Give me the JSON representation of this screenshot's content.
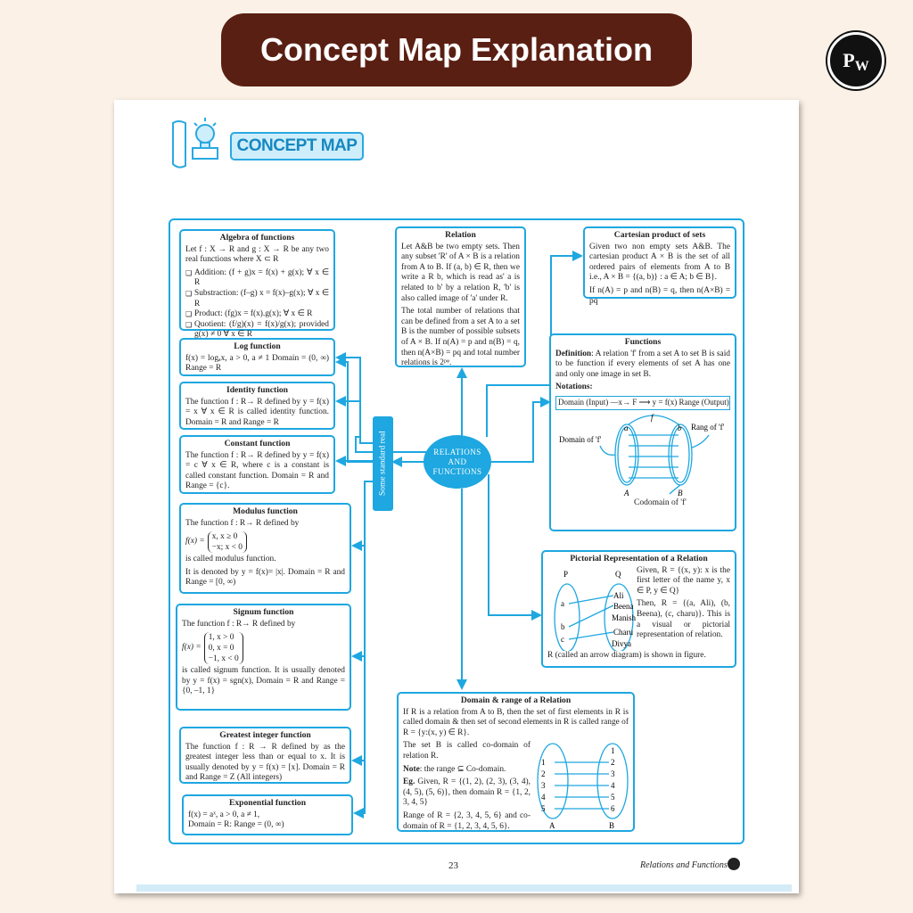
{
  "banner": {
    "title": "Concept Map Explanation",
    "logo_text": "PW"
  },
  "badge": {
    "label": "CONCEPT MAP"
  },
  "hub": {
    "line1": "RELATIONS",
    "line2": "AND",
    "line3": "FUNCTIONS"
  },
  "side_label": "Some standard real",
  "algebra": {
    "title": "Algebra of functions",
    "intro": "Let f : X → R and g : X → R be any two real functions where X ⊂ R",
    "items": [
      "Addition: (f + g)x = f(x) + g(x); ∀ x ∈ R",
      "Substraction: (f–g) x = f(x)–g(x); ∀ x ∈ R",
      "Product: (fg)x = f(x).g(x); ∀ x ∈ R",
      "Quotient: (f/g)(x) = f(x)/g(x); provided g(x) ≠ 0 ∀ x ∈ R"
    ]
  },
  "log": {
    "title": "Log function",
    "text": "f(x) = logₐx, a > 0, a ≠ 1 Domain = (0, ∞) Range = R"
  },
  "identity": {
    "title": "Identity function",
    "text": "The function f : R→ R defined by y = f(x) = x ∀ x ∈ R is called identity function. Domain = R and Range = R"
  },
  "constant": {
    "title": "Constant function",
    "text": "The function f : R→ R defined by y = f(x) = c ∀ x ∈ R, where c is a constant is called constant function. Domain = R and Range = {c}."
  },
  "modulus": {
    "title": "Modulus function",
    "intro": "The function f : R→ R defined by",
    "lhs": "f(x) =",
    "cases": [
      "x, x ≥ 0",
      "−x; x < 0"
    ],
    "p1": "is called modulus function.",
    "p2": "It is denoted by y = f(x)= |x|. Domain = R and Range = [0, ∞)"
  },
  "signum": {
    "title": "Signum function",
    "intro": "The function f : R→ R defined by",
    "lhs": "f(x) =",
    "cases": [
      "1, x > 0",
      "0, x = 0",
      "−1, x < 0"
    ],
    "p1": "is called signum function. It is usually denoted by y = f(x) = sgn(x), Domain = R and Range = {0, –1, 1}"
  },
  "greatest": {
    "title": "Greatest integer function",
    "text": "The function f : R → R defined by as the greatest integer less than or equal to x. It is usually denoted by y = f(x) = [x]. Domain = R and Range = Z (All integers)"
  },
  "exponential": {
    "title": "Exponential function",
    "p1": "f(x) = aˣ, a > 0, a ≠ 1,",
    "p2": "Domain = R: Range = (0, ∞)"
  },
  "relation": {
    "title": "Relation",
    "p1": "Let A&B be two empty sets. Then any subset 'R' of A × B is a relation from A to B. If (a, b) ∈ R, then we write a R b, which is read as' a is related to b' by a relation R, 'b' is also called image of 'a' under R.",
    "p2": "The total number of relations that can be defined from a set A to a set B is the number of possible subsets of A × B. If n(A) = p and n(B) = q, then n(A×B) = pq and total number relations is 2ᵖᵠ."
  },
  "cartesian": {
    "title": "Cartesian product of sets",
    "p1": "Given two non empty sets A&B. The cartesian product A × B is the set of all ordered pairs of elements from A to B i.e., A × B = {(a, b)} : a ∈ A; b ∈ B}.",
    "p2": "If n(A) = p and n(B) = q, then n(A×B) = pq"
  },
  "functions": {
    "title": "Functions",
    "def_label": "Definition",
    "def": ": A relation 'f' from a set A to set B is said to be function if every elements of set A has one and only one image in set B.",
    "notations": "Notations:",
    "notation_box": "Domain (Input) —x→ F ⟶ y = f(x) Range (Output)",
    "diagram": {
      "f": "f",
      "a": "a",
      "b": "b",
      "A": "A",
      "B": "B",
      "domain": "Domain of 'f'",
      "range": "Rang of 'f'",
      "codomain": "Codomain of 'f'"
    }
  },
  "pictorial": {
    "title": "Pictorial Representation of a Relation",
    "P": "P",
    "Q": "Q",
    "p_items": [
      "a",
      "b",
      "c"
    ],
    "q_items": [
      "Ali",
      "Beena",
      "Manish",
      "Charu",
      "Divya"
    ],
    "p1": "Given, R = {(x, y): x is the first letter of the name y, x ∈ P, y ∈ Q}",
    "p2": "Then, R = {(a, Ali), (b, Beena), (c, charu)}. This is a visual or pictorial representation of relation.",
    "caption": "R (called an arrow diagram) is shown in figure."
  },
  "domain_range": {
    "title": "Domain & range of a Relation",
    "p1": "If R is a relation from A to B, then the set of first elements in R is called domain & then set of second elements in R is called range of R = {y:(x, y) ∈ R}.",
    "p2": "The set B is called co-domain of relation R.",
    "note_label": "Note",
    "note": ": the range ⊆ Co-domain.",
    "eg_label": "Eg.",
    "eg": " Given, R = {(1, 2), (2, 3), (3, 4), (4, 5), (5, 6)}, then domain R = {1, 2, 3, 4, 5}",
    "p3": "Range of R = {2, 3, 4, 5, 6} and co-domain of R = {1, 2, 3, 4, 5, 6}.",
    "A": "A",
    "B": "B",
    "a_items": [
      "1",
      "2",
      "3",
      "4",
      "5"
    ],
    "b_items": [
      "1",
      "2",
      "3",
      "4",
      "5",
      "6"
    ]
  },
  "footer": {
    "page_number": "23",
    "chapter": "Relations and Functions"
  },
  "colors": {
    "accent": "#1ea7e0",
    "banner": "#5a1f13",
    "background": "#fbf1e6"
  }
}
